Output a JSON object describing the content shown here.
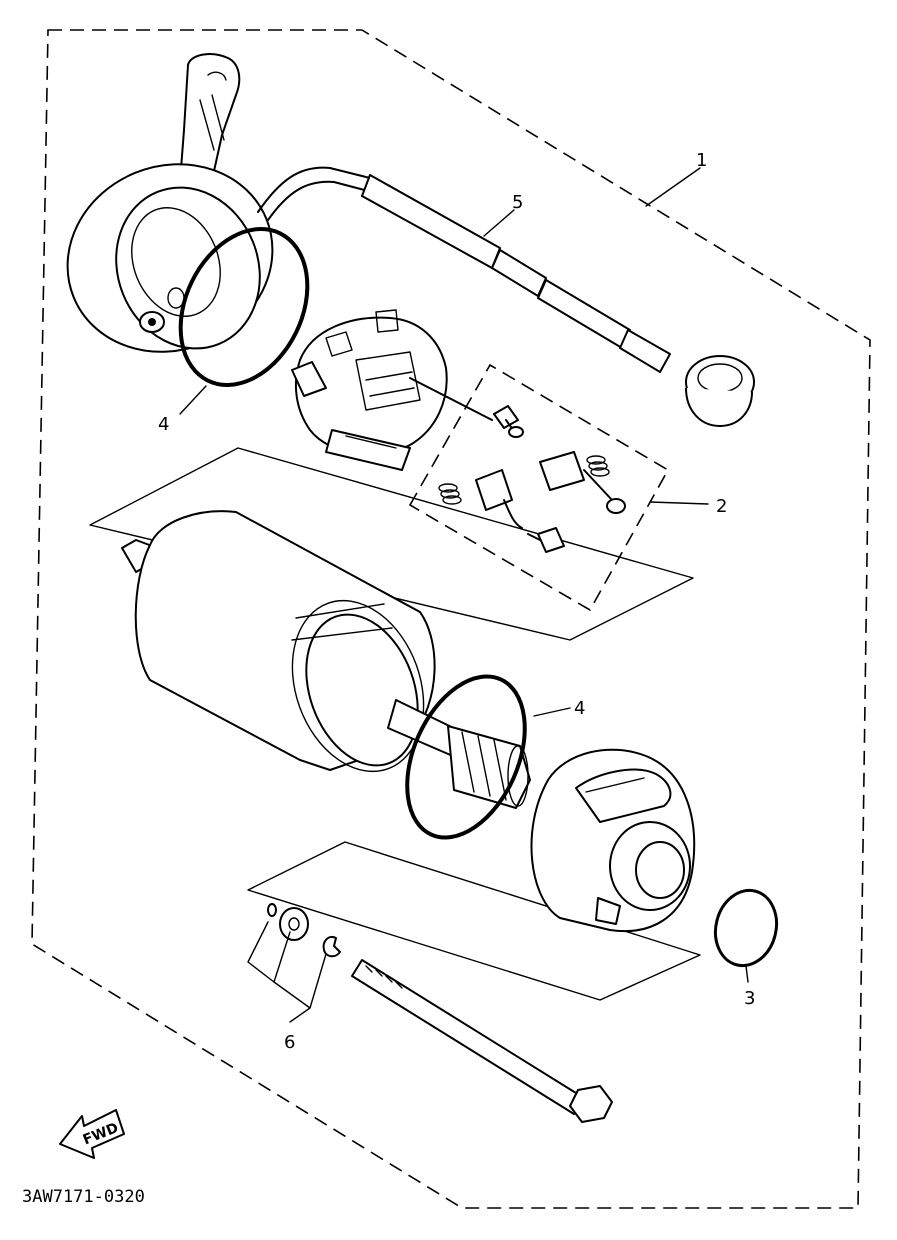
{
  "diagram": {
    "callouts": {
      "c1": "1",
      "c2": "2",
      "c3": "3",
      "c4_upper": "4",
      "c4_lower": "4",
      "c5": "5",
      "c6": "6"
    },
    "fwd_label": "FWD",
    "drawing_code": "3AW7171-0320"
  }
}
